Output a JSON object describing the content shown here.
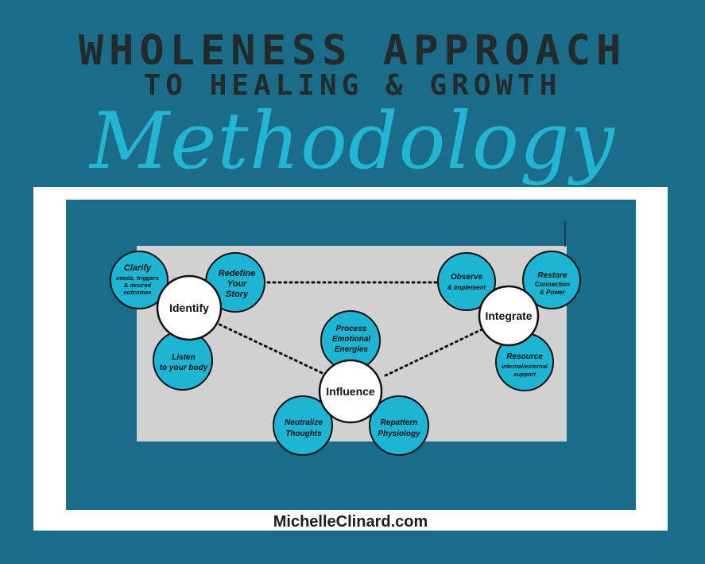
{
  "header": {
    "line1": "WHOLENESS APPROACH",
    "line2": "TO HEALING & GROWTH",
    "script_title": "Methodology"
  },
  "colors": {
    "background": "#1a6c89",
    "script": "#22b5d4",
    "satellite": "#1eb5d5",
    "panel": "#d1d1d1"
  },
  "diagram": {
    "hubs": {
      "identify": "Identify",
      "integrate": "Integrate",
      "influence": "Influence"
    },
    "clarify": {
      "title": "Clarify",
      "line2": "needs, triggers",
      "line3": "& desired",
      "line4": "outcomes"
    },
    "redefine": {
      "line1": "Redefine",
      "line2": "Your",
      "line3": "Story"
    },
    "listen": {
      "line1": "Listen",
      "line2": "to your body"
    },
    "process": {
      "line1": "Process",
      "line2": "Emotional",
      "line3": "Energies"
    },
    "neutralize": {
      "line1": "Neutralize",
      "line2": "Thoughts"
    },
    "repattern": {
      "line1": "Repattern",
      "line2": "Physiology"
    },
    "observe": {
      "title": "Observe",
      "line2": "& Implement"
    },
    "restore": {
      "title": "Restore",
      "line2": "Connection",
      "line3": "& Power"
    },
    "resource": {
      "title": "Resource",
      "line2": "internal/external",
      "line3": "support"
    }
  },
  "footer": {
    "url": "MichelleClinard.com"
  }
}
